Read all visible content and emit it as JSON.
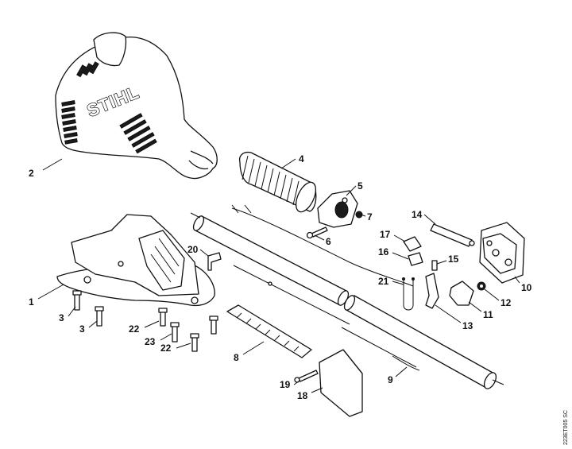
{
  "brand": {
    "logo_text": "STIHL"
  },
  "reference_code": "223ET005 SC",
  "callouts": [
    {
      "id": "1",
      "label": "1"
    },
    {
      "id": "2",
      "label": "2"
    },
    {
      "id": "3a",
      "label": "3"
    },
    {
      "id": "3b",
      "label": "3"
    },
    {
      "id": "4",
      "label": "4"
    },
    {
      "id": "5",
      "label": "5"
    },
    {
      "id": "6",
      "label": "6"
    },
    {
      "id": "7",
      "label": "7"
    },
    {
      "id": "8",
      "label": "8"
    },
    {
      "id": "9",
      "label": "9"
    },
    {
      "id": "10",
      "label": "10"
    },
    {
      "id": "11",
      "label": "11"
    },
    {
      "id": "12",
      "label": "12"
    },
    {
      "id": "13",
      "label": "13"
    },
    {
      "id": "14",
      "label": "14"
    },
    {
      "id": "15",
      "label": "15"
    },
    {
      "id": "16",
      "label": "16"
    },
    {
      "id": "17",
      "label": "17"
    },
    {
      "id": "18",
      "label": "18"
    },
    {
      "id": "19",
      "label": "19"
    },
    {
      "id": "20",
      "label": "20"
    },
    {
      "id": "21",
      "label": "21"
    },
    {
      "id": "22a",
      "label": "22"
    },
    {
      "id": "22b",
      "label": "22"
    },
    {
      "id": "23",
      "label": "23"
    }
  ]
}
